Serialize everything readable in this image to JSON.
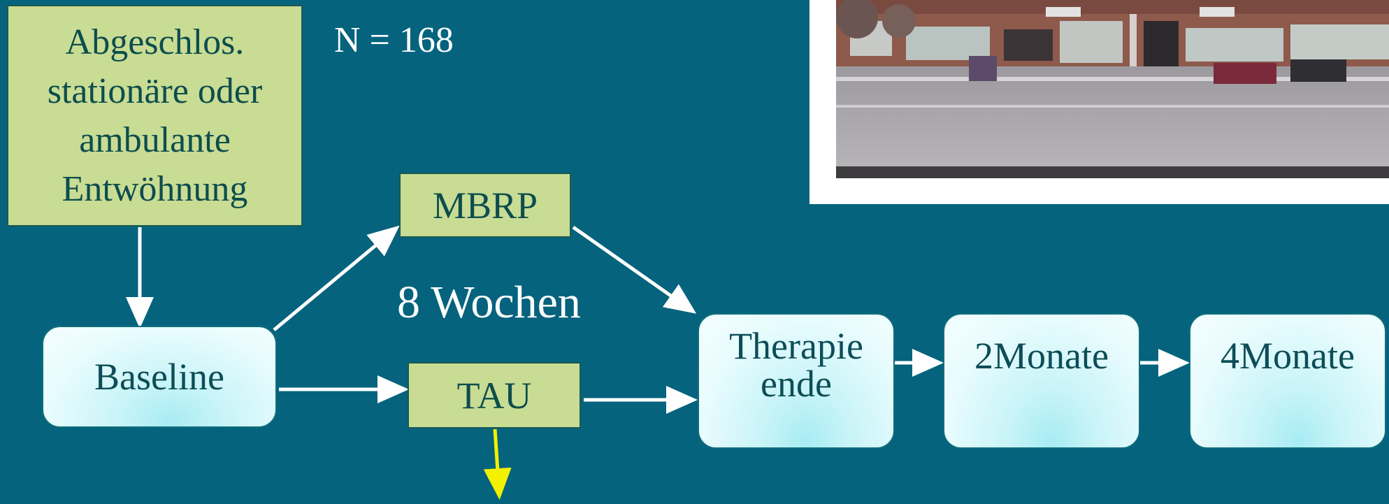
{
  "nodes": {
    "abgeschlos": "Abgeschlos. stationäre oder ambulante Entwöhnung",
    "mbrp": "MBRP",
    "baseline": "Baseline",
    "tau": "TAU",
    "therapie_line1": "Therapie",
    "therapie_line2": "ende",
    "monate2": "2Monate",
    "monate4": "4Monate"
  },
  "annotations": {
    "n": "N = 168",
    "duration": "8 Wochen"
  },
  "colors": {
    "background": "#05637d",
    "green_box": "#c9dc94",
    "arrow": "#ffffff",
    "highlight_arrow": "#f2f200"
  }
}
